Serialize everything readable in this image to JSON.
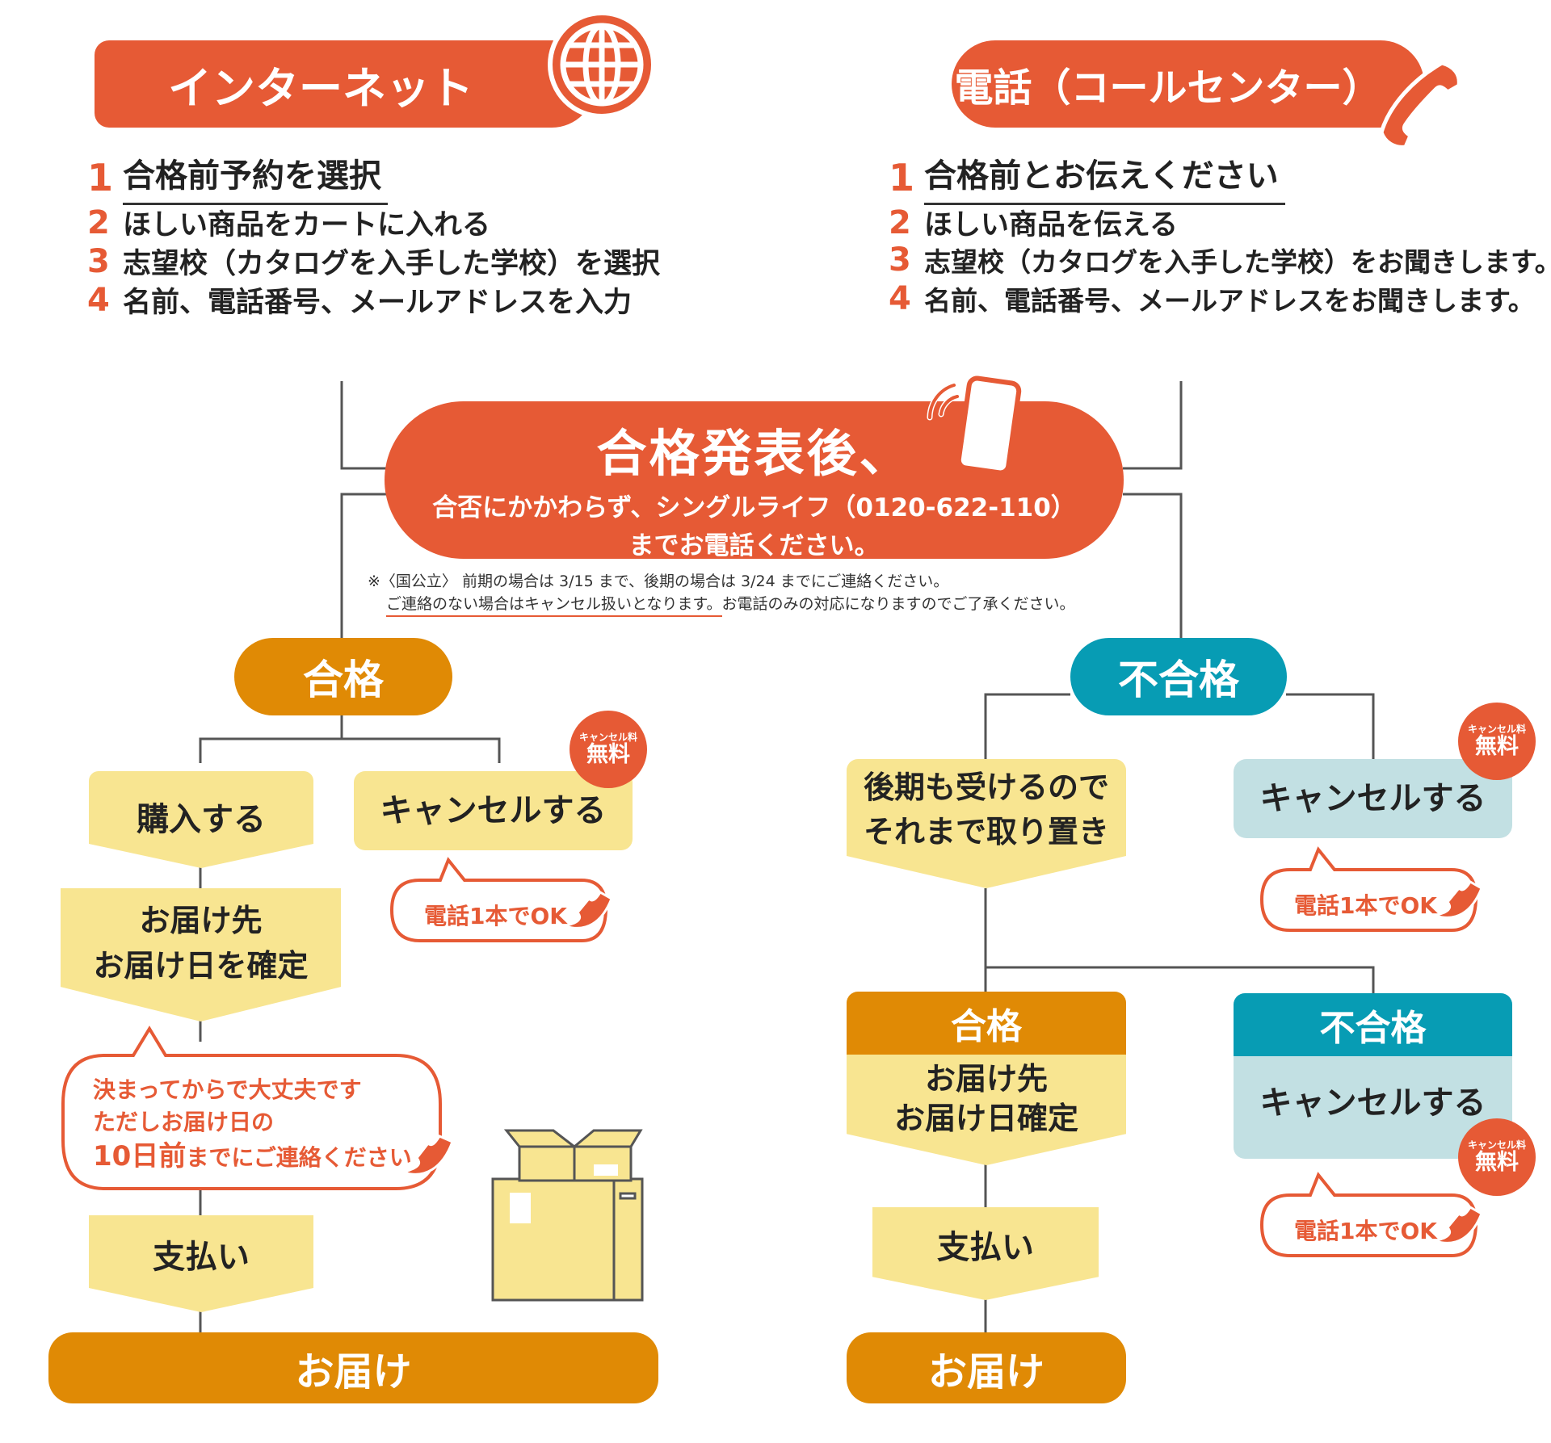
{
  "internet": {
    "title": "インターネット",
    "steps": [
      {
        "num": "1",
        "text": "合格前予約を選択"
      },
      {
        "num": "2",
        "text": "ほしい商品をカートに入れる"
      },
      {
        "num": "3",
        "text": "志望校（カタログを入手した学校）を選択"
      },
      {
        "num": "4",
        "text": "名前、電話番号、メールアドレスを入力"
      }
    ]
  },
  "phone": {
    "title": "電話（コールセンター）",
    "steps": [
      {
        "num": "1",
        "text": "合格前とお伝えください"
      },
      {
        "num": "2",
        "text": "ほしい商品を伝える"
      },
      {
        "num": "3",
        "text": "志望校（カタログを入手した学校）をお聞きします。"
      },
      {
        "num": "4",
        "text": "名前、電話番号、メールアドレスをお聞きします。"
      }
    ]
  },
  "announcement": {
    "title": "合格発表後、",
    "line2": "合否にかかわらず、シングルライフ（0120-622-110）",
    "line3": "までお電話ください。",
    "note1": "※〈国公立〉 前期の場合は 3/15 まで、後期の場合は 3/24 までにご連絡ください。",
    "note2a": "ご連絡のない場合はキャンセル扱いとなります。",
    "note2b": "お電話のみの対応になりますのでご了承ください。"
  },
  "pass_branch": {
    "label": "合格",
    "buy": "購入する",
    "cancel": "キャンセルする",
    "cancel_bubble": "電話1本でOK",
    "confirm_line1": "お届け先",
    "confirm_line2": "お届け日を確定",
    "bubble_line1": "決まってからで大丈夫です",
    "bubble_line2": "ただしお届け日の",
    "bubble_line3a": "10日前",
    "bubble_line3b": "までにご連絡ください",
    "pay": "支払い",
    "deliver": "お届け"
  },
  "fail_branch": {
    "label": "不合格",
    "hold_line1": "後期も受けるので",
    "hold_line2": "それまで取り置き",
    "cancel": "キャンセルする",
    "cancel_bubble": "電話1本でOK",
    "sub_pass_label": "合格",
    "sub_pass_line1": "お届け先",
    "sub_pass_line2": "お届け日確定",
    "sub_fail_label": "不合格",
    "sub_fail_action": "キャンセルする",
    "sub_fail_bubble": "電話1本でOK",
    "pay": "支払い",
    "deliver": "お届け"
  },
  "badge": {
    "small": "キャンセル料",
    "large": "無料"
  },
  "colors": {
    "red": "#e65a35",
    "orange": "#e08a05",
    "teal": "#079cb4",
    "yellow": "#f8e591",
    "lightblue": "#c2e0e3",
    "line": "#555555"
  }
}
